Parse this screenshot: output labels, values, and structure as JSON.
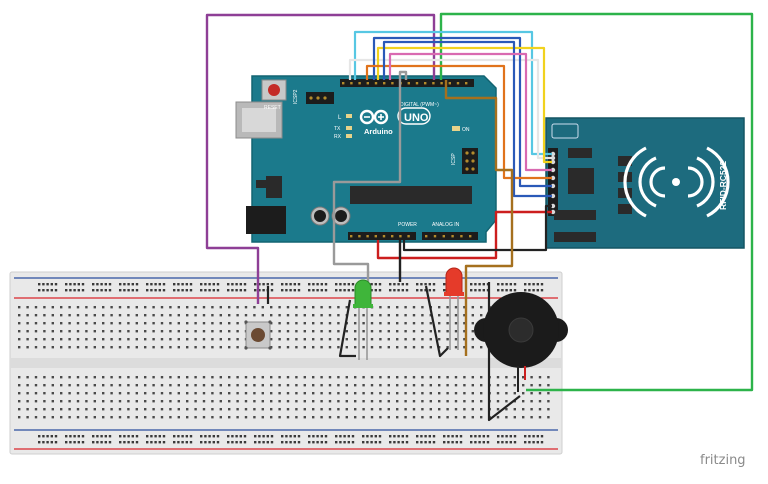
{
  "arduino": {
    "brand": "Arduino",
    "model": "UNO",
    "reset_label": "RESET",
    "icsp_label": "ICSP",
    "icsp2_label": "ICSP2",
    "digital_label": "DIGITAL (PWM~)",
    "power_label": "POWER",
    "analog_label": "ANALOG IN",
    "led_l": "L",
    "led_tx": "TX",
    "led_rx": "RX",
    "led_on": "ON"
  },
  "rfid": {
    "label": "RFID-RC522"
  },
  "watermark": "fritzing",
  "colors": {
    "arduino_board": "#1b7a8c",
    "rfid_board": "#1d6b7e",
    "breadboard": "#e9e9e9",
    "rail_red": "#d9262b",
    "rail_blue": "#2b4f9e",
    "wire_purple": "#8e3f96",
    "wire_green": "#2db34a",
    "wire_brown": "#a5701e",
    "wire_black": "#222222",
    "wire_red": "#cc1e1e",
    "wire_gray": "#9a9a9a",
    "wire_yellow": "#f1d21e",
    "wire_blue": "#2a59b8",
    "wire_orange": "#e0731c",
    "wire_cyan": "#57c7e3",
    "led_green": "#3fb53a",
    "led_red": "#e53b2a"
  },
  "components": [
    "pushbutton",
    "green-led",
    "red-led",
    "piezo-buzzer",
    "rfid-reader",
    "arduino-uno",
    "breadboard"
  ]
}
